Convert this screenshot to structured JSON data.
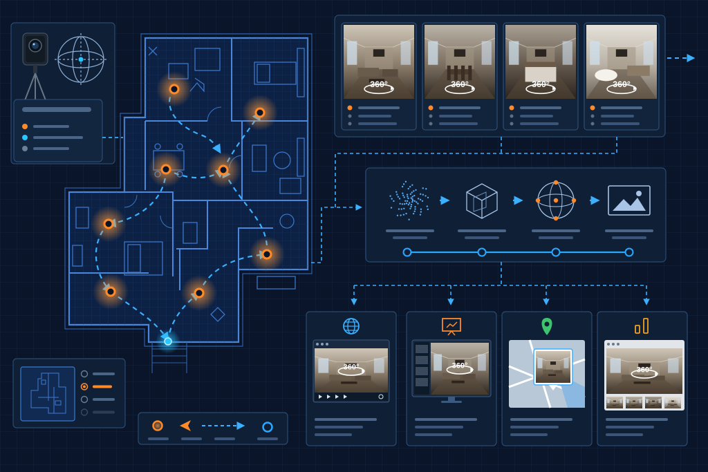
{
  "badge_text": "360°",
  "colors": {
    "background": "#0a1529",
    "panel": "#0f2036",
    "panel_border": "#2a4a72",
    "blueprint_line": "#3f7bd0",
    "path": "#3ab0ff",
    "camera_point": "#ff8a2a",
    "entry_point": "#29c6ff",
    "placeholder_line": "#3a5577"
  },
  "capture_legend": {
    "items": [
      {
        "icon": "dot",
        "color": "#ff8a2a"
      },
      {
        "icon": "dot",
        "color": "#29c6ff"
      },
      {
        "icon": "dot",
        "color": "#6b7f96"
      }
    ]
  },
  "panoramas": [
    {
      "room": "living-room"
    },
    {
      "room": "dining-room"
    },
    {
      "room": "bedroom"
    },
    {
      "room": "bathroom"
    }
  ],
  "pipeline": {
    "steps": [
      {
        "icon": "point-cloud-icon"
      },
      {
        "icon": "3d-cube-icon"
      },
      {
        "icon": "sphere-icon"
      },
      {
        "icon": "image-icon"
      }
    ]
  },
  "outputs": [
    {
      "icon": "globe-icon",
      "color": "#3ab0ff",
      "view": "web-viewer"
    },
    {
      "icon": "presentation-icon",
      "color": "#ff8a2a",
      "view": "monitor"
    },
    {
      "icon": "map-pin-icon",
      "color": "#3ec46d",
      "view": "map"
    },
    {
      "icon": "bar-chart-icon",
      "color": "#f0a020",
      "view": "gallery"
    }
  ],
  "minimap_legend": {
    "items": [
      {
        "color": "#6b7f96"
      },
      {
        "color": "#ff8a2a"
      },
      {
        "color": "#6b7f96"
      },
      {
        "color": "#3a4a5e"
      }
    ]
  },
  "direction_legend": {
    "items": [
      "start-circle",
      "arrow-left",
      "dashed-path",
      "end-circle"
    ]
  }
}
